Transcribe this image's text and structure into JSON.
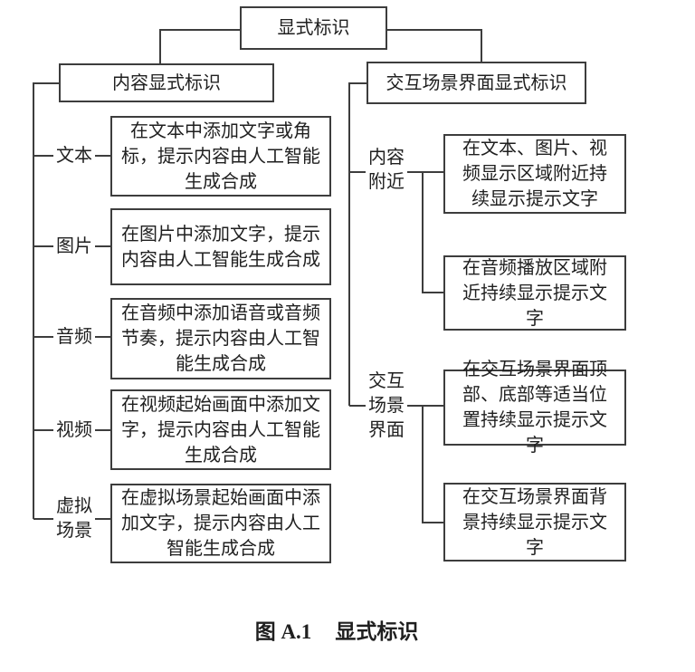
{
  "diagram": {
    "root": "显式标识",
    "left": {
      "header": "内容显式标识",
      "items": [
        {
          "label": "文本",
          "desc": "在文本中添加文字或角标，提示内容由人工智能生成合成"
        },
        {
          "label": "图片",
          "desc": "在图片中添加文字，提示内容由人工智能生成合成"
        },
        {
          "label": "音频",
          "desc": "在音频中添加语音或音频节奏，提示内容由人工智能生成合成"
        },
        {
          "label": "视频",
          "desc": "在视频起始画面中添加文字，提示内容由人工智能生成合成"
        },
        {
          "label": "虚拟场景",
          "desc": "在虚拟场景起始画面中添加文字，提示内容由人工智能生成合成"
        }
      ]
    },
    "right": {
      "header": "交互场景界面显式标识",
      "groups": [
        {
          "label": "内容附近",
          "descs": [
            "在文本、图片、视频显示区域附近持续显示提示文字",
            "在音频播放区域附近持续显示提示文字"
          ]
        },
        {
          "label": "交互场景界面",
          "descs": [
            "在交互场景界面顶部、底部等适当位置持续显示提示文字",
            "在交互场景界面背景持续显示提示文字"
          ]
        }
      ]
    },
    "caption": {
      "prefix": "图 A.1",
      "title": "显式标识"
    },
    "colors": {
      "line": "#3d3d3d",
      "text": "#1f1f1f",
      "background": "#ffffff"
    }
  }
}
